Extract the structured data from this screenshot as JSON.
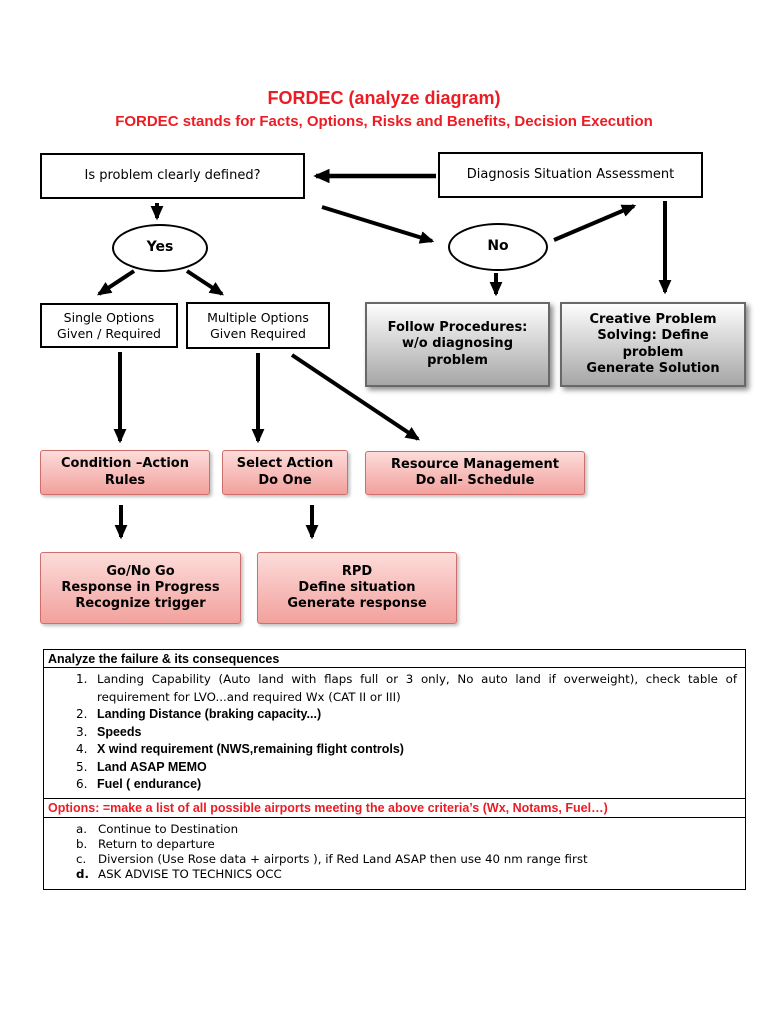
{
  "page": {
    "title": "FORDEC (analyze diagram)",
    "subtitle": "FORDEC stands for Facts, Options, Risks and Benefits, Decision Execution",
    "accent_red": "#ec1c24",
    "pink_fill_top": "#fcdcda",
    "pink_fill_bottom": "#f2a19d",
    "gray_fill_top": "#fdfdfd",
    "gray_fill_bottom": "#a6a6a6"
  },
  "flowchart": {
    "problem_box": {
      "label": "Is problem clearly defined?"
    },
    "diagnosis_box": {
      "label": "Diagnosis Situation Assessment"
    },
    "yes": {
      "label": "Yes"
    },
    "no": {
      "label": "No"
    },
    "single_options": {
      "lines": [
        "Single Options",
        "Given / Required"
      ]
    },
    "multiple_options": {
      "lines": [
        "Multiple Options",
        "Given Required"
      ]
    },
    "follow_procedures": {
      "lines": [
        "Follow Procedures:",
        "w/o diagnosing",
        "problem"
      ]
    },
    "creative_problem": {
      "lines": [
        "Creative Problem",
        "Solving: Define",
        "problem",
        "Generate Solution"
      ]
    },
    "condition_action": {
      "lines": [
        "Condition –Action",
        "Rules"
      ]
    },
    "select_action": {
      "lines": [
        "Select Action",
        "Do One"
      ]
    },
    "resource_management": {
      "lines": [
        "Resource Management",
        "Do all- Schedule"
      ]
    },
    "go_no_go": {
      "lines": [
        "Go/No Go",
        "Response in Progress",
        "Recognize trigger"
      ]
    },
    "rpd": {
      "lines": [
        "RPD",
        "Define situation",
        "Generate response"
      ]
    }
  },
  "analysis_table": {
    "header": "Analyze the failure & its consequences",
    "numbered_items": [
      {
        "num": "1.",
        "text": "Landing Capability (Auto land with flaps full or 3 only, No auto land if overweight), check table of requirement for LVO...and required Wx (CAT II or III)"
      },
      {
        "num": "2.",
        "text": "Landing Distance (braking capacity...)"
      },
      {
        "num": "3.",
        "text": "Speeds"
      },
      {
        "num": "4.",
        "text": "X wind requirement (NWS,remaining flight controls)"
      },
      {
        "num": "5.",
        "text": "Land ASAP MEMO"
      },
      {
        "num": "6.",
        "text": "Fuel ( endurance)"
      }
    ],
    "options_row": "Options: =make a list of all possible airports meeting the above criteria’s (Wx, Notams, Fuel…)",
    "letter_items": [
      {
        "num": "a.",
        "text": "Continue to Destination"
      },
      {
        "num": "b.",
        "text": "Return to departure"
      },
      {
        "num": "c.",
        "text": "Diversion (Use Rose data + airports ), if Red Land ASAP then use 40 nm range first"
      },
      {
        "num": "d.",
        "text": "ASK ADVISE TO TECHNICS OCC"
      }
    ]
  }
}
